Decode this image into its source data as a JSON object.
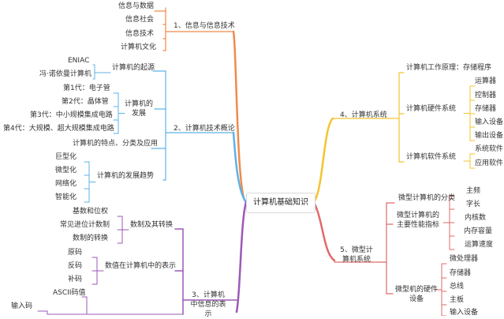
{
  "root": "计算机基础知识",
  "colors": {
    "orange": "#f08a4b",
    "blue": "#5cb3e6",
    "purple": "#9b59b6",
    "yellow": "#f4c430",
    "red": "#e06a6a"
  },
  "b1": {
    "title": "1、信息与信息技术",
    "items": [
      "信息与数据",
      "信息社会",
      "信息技术",
      "计算机文化"
    ]
  },
  "b2": {
    "title": "2、计算机技术概论",
    "origin": {
      "label": "计算机的起源",
      "items": [
        "ENIAC",
        "冯·诺依曼计算机"
      ]
    },
    "dev": {
      "label": "计算机的发展",
      "items": [
        "第1代：电子管",
        "第2代：晶体管",
        "第3代：中小规模集成电路",
        "第4代：大规模、超大规模集成电路"
      ]
    },
    "feat": "计算机的特点、分类及应用",
    "trend": {
      "label": "计算机的发展趋势",
      "items": [
        "巨型化",
        "微型化",
        "网络化",
        "智能化"
      ]
    }
  },
  "b3": {
    "title": "3、计算机中信息的表示",
    "num": {
      "label": "数制及其转换",
      "items": [
        "基数和位权",
        "常见进位计数制",
        "数制的转换"
      ]
    },
    "val": {
      "label": "数值在计算机中的表示",
      "items": [
        "原码",
        "反码",
        "补码"
      ]
    },
    "char": [
      "ASCII码值",
      "输入码"
    ]
  },
  "b4": {
    "title": "4、计算机系统",
    "work": "计算机工作原理：存储程序",
    "hw": {
      "label": "计算机硬件系统",
      "items": [
        "运算器",
        "控制器",
        "存储器",
        "输入设备",
        "输出设备"
      ]
    },
    "sw": {
      "label": "计算机软件系统",
      "items": [
        "系统软件",
        "应用软件"
      ]
    }
  },
  "b5": {
    "title": "5、微型计算机系统",
    "cls": "微型计算机的分类",
    "perf": {
      "label": "微型计算机的主要性能指标",
      "items": [
        "主频",
        "字长",
        "内核数",
        "内存容量",
        "运算速度"
      ]
    },
    "hw": {
      "label": "微型机的硬件设备",
      "items": [
        "微处理器",
        "存储器",
        "总线",
        "主板",
        "输入设备"
      ]
    }
  }
}
